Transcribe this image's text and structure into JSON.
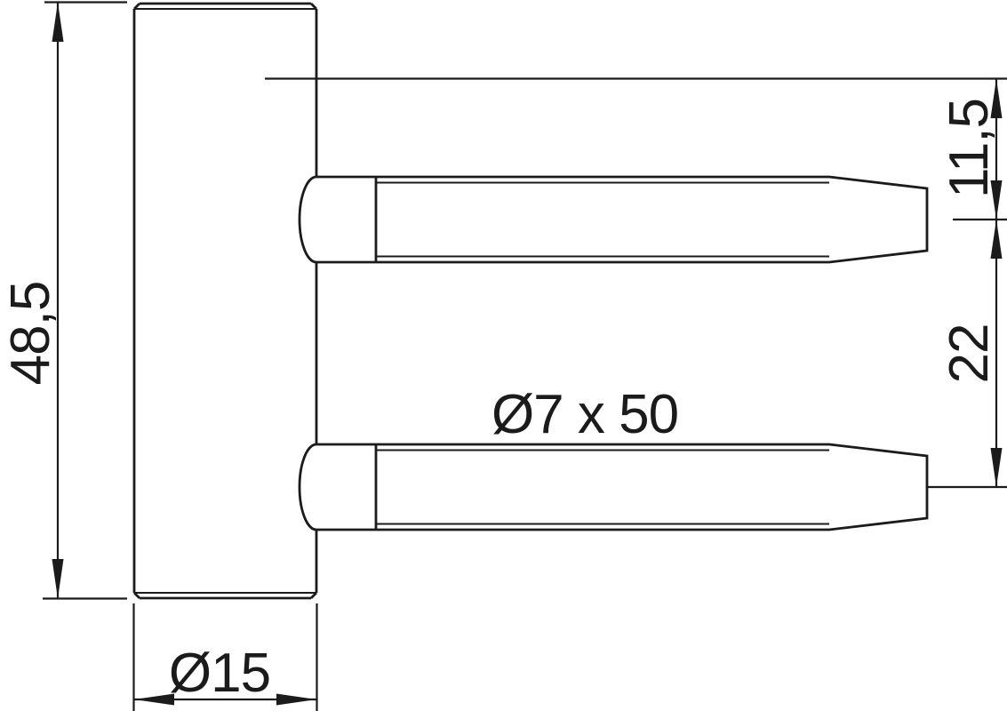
{
  "drawing": {
    "labels": {
      "overall_height": "48,5",
      "barrel_diameter": "Ø15",
      "pin_spec": "Ø7 x 50",
      "top_offset": "11,5",
      "pin_spacing": "22"
    },
    "colors": {
      "line": "#1b1b1b",
      "background": "#ffffff"
    }
  }
}
